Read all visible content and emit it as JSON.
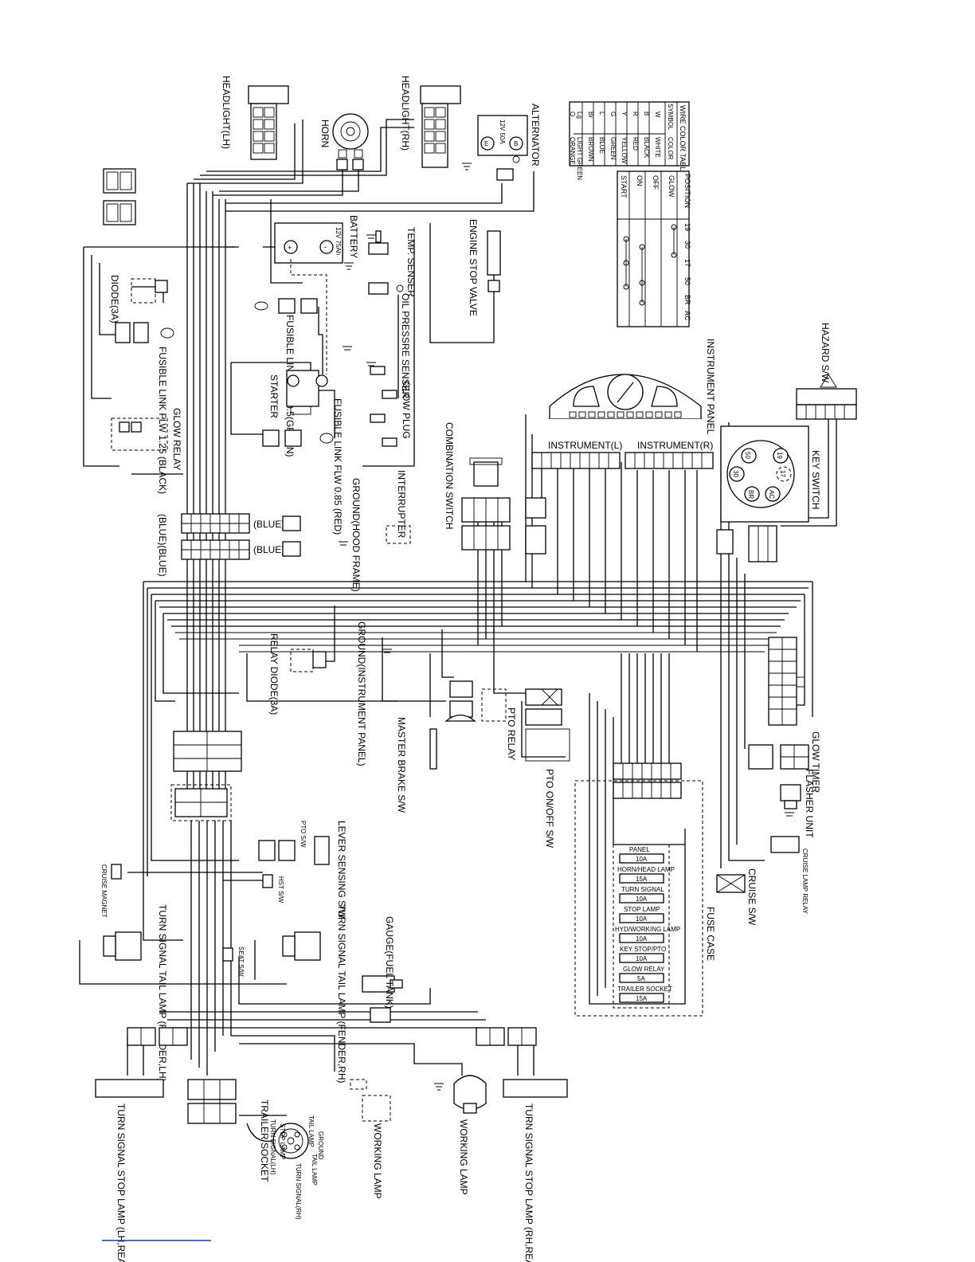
{
  "labels": {
    "headlight_lh": "HEADLIGHT(LH)",
    "headlight_rh": "HEADLIGHT(RH)",
    "horn": "HORN",
    "alternator": "ALTERNATOR",
    "alt_rating": "12V 50A",
    "battery": "BATTERY",
    "battery_rating": "12V 75Ah",
    "temp_sensor": "TEMP. SENSER",
    "engine_stop_valve": "ENGINE STOP VALVE",
    "oil_pressure_sensor": "OIL PRESSRE SENSER",
    "diode": "DIODE(3A)",
    "fusible_link_05": "FUSIBLE LINK FLW 0.5(GREEN)",
    "fusible_link_125": "FUSIBLE LINK FLW 1.25 (BLACK)",
    "fusible_link_085": "FUSIBLE LINK FLW 0.85 (RED)",
    "starter": "STARTER",
    "glow_plug": "GLOW PLUG",
    "glow_relay": "GLOW RELAY",
    "combination_switch": "COMBINATION SWITCH",
    "interrupter": "INTERRUPTER",
    "ground_hood": "GROUND(HOOD FRAME)",
    "ground_instrument": "GROUND(INSTRUMENT PANEL)",
    "relay_diode": "RELAY DIODE(3A)",
    "master_brake": "MASTER BRAKE S/W",
    "pto_relay": "PTO RELAY",
    "pto_switch": "PTO ON/OFF S/W",
    "instrument_panel": "INSTRUMENT PANEL",
    "instrument_l": "INSTRUMENT(L)",
    "instrument_r": "INSTRUMENT(R)",
    "hazard_sw": "HAZARD S/W",
    "key_switch": "KEY SWITCH",
    "glow_timer": "GLOW TIMER",
    "flasher_unit": "FLASHER UNIT",
    "cruise_sw": "CRUISE S/W",
    "cruise_lamp_relay": "CRUISE LAMP RELAY",
    "fuse_case": "FUSE CASE",
    "lever_sensing": "LEVER SENSING S/W",
    "blue_1": "(BLUE)",
    "blue_2": "(BLUE)",
    "blue_3": "(BLUE)(BLUE)",
    "turn_signal_fender_lh": "TURN SIGNAL TAIL LAMP (FENDER,LH)",
    "turn_signal_fender_rh": "TURN SIGNAL TAIL LAMP (FENDER,RH)",
    "gauge_fuel": "GAUGE(FUEL TANK)",
    "turn_signal_lh_rear": "TURN SIGNAL STOP LAMP (LH,REAR)",
    "turn_signal_rh_rear": "TURN SIGNAL STOP LAMP (RH,REAR)",
    "trailer_socket": "TRAILER SOCKET",
    "working_lamp_1": "WORKING LAMP",
    "working_lamp_2": "WORKING LAMP",
    "ground": "GROUND",
    "tail_lamp_a": "TAIL LAMP",
    "tail_lamp_b": "TAIL LAMP",
    "stop_lamp": "STOP LAMP",
    "turn_signal_lh": "TURN SIGNAL(LH)",
    "turn_signal_rh": "TURN SIGNAL(RH)",
    "cruise_magnet": "CRUISE MAGNET",
    "hst_sw": "HST S/W",
    "seat_sw": "SEAT S/W",
    "pto_sw_small": "PTO S/W"
  },
  "wire_color_table": {
    "title": "WIRE COLOR TABLE",
    "headers": [
      "SYMBOL",
      "COLOR"
    ],
    "rows": [
      [
        "W",
        "WHITE"
      ],
      [
        "B",
        "BLACK"
      ],
      [
        "R",
        "RED"
      ],
      [
        "Y",
        "YELLOW"
      ],
      [
        "G",
        "GREEN"
      ],
      [
        "L",
        "BLUE"
      ],
      [
        "Br",
        "BROWN"
      ],
      [
        "Lg",
        "LIGHT GREEN"
      ],
      [
        "O",
        "ORANGE"
      ]
    ]
  },
  "key_position_table": {
    "headers": [
      "POSITION",
      "19",
      "30",
      "17",
      "50",
      "BR",
      "AC"
    ],
    "rows": [
      "GLOW",
      "OFF",
      "ON",
      "START"
    ]
  },
  "key_switch_terminals": [
    "19",
    "17",
    "50",
    "30",
    "BR",
    "AC"
  ],
  "fuses": [
    {
      "name": "PANEL",
      "rating": "10A"
    },
    {
      "name": "HORN/HEAD LAMP",
      "rating": "15A"
    },
    {
      "name": "TURN SIGNAL",
      "rating": "10A"
    },
    {
      "name": "STOP LAMP",
      "rating": "10A"
    },
    {
      "name": "HYD/WORKING LAMP",
      "rating": "10A"
    },
    {
      "name": "KEY STOP/PTO",
      "rating": "10A"
    },
    {
      "name": "GLOW RELAY",
      "rating": "5A"
    },
    {
      "name": "TRAILER SOCKET",
      "rating": "15A"
    }
  ]
}
